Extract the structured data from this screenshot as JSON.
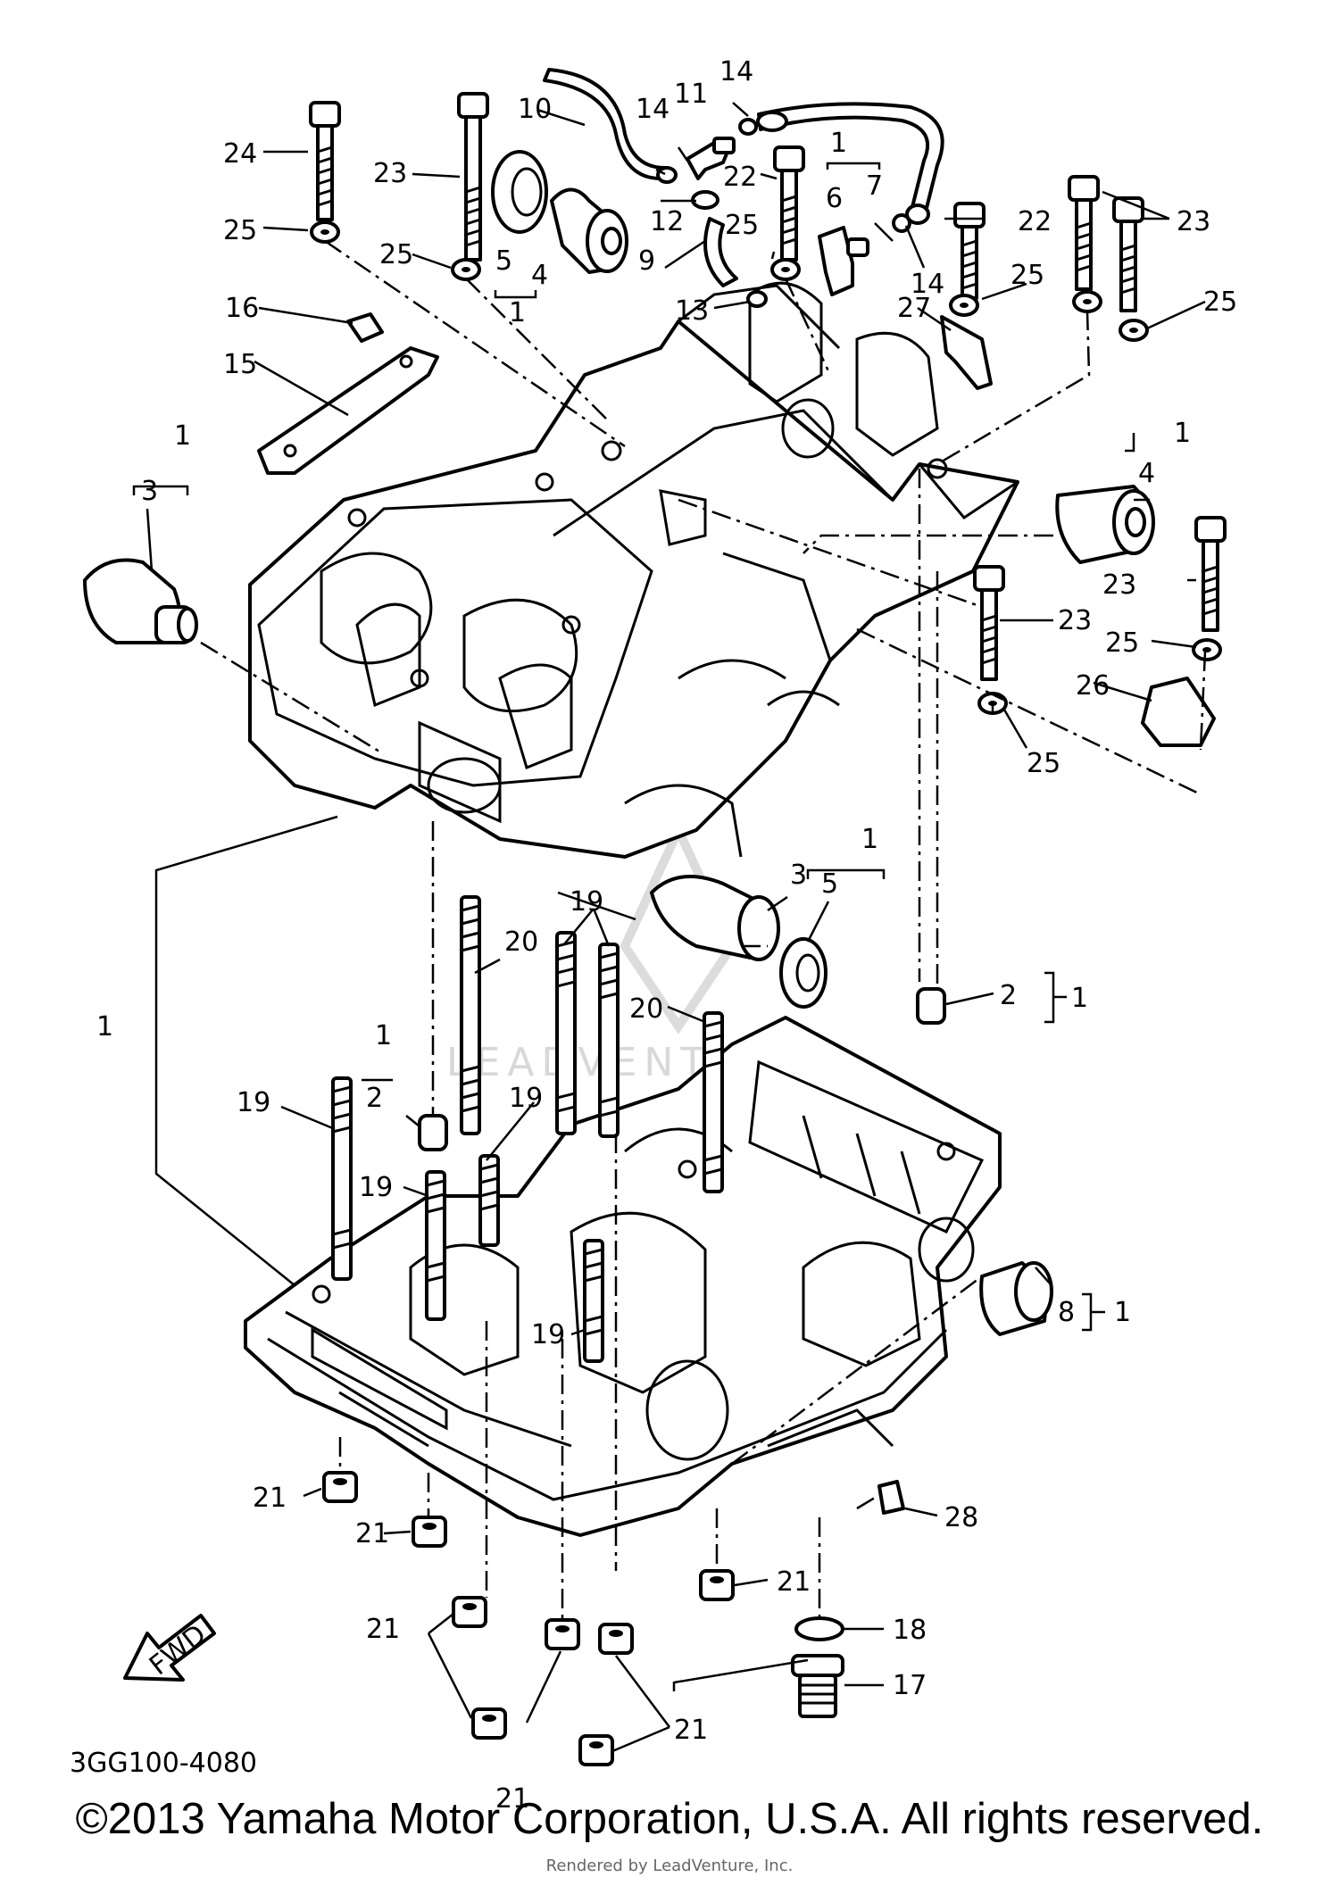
{
  "diagram": {
    "code": "3GG100-4080",
    "fwd_label": "FWD",
    "watermark": "LEADVENTURE",
    "labels": {
      "l1a": "1",
      "l1b": "1",
      "l1c": "1",
      "l1d": "1",
      "l1e": "1",
      "l1f": "1",
      "l1g": "1",
      "l1h": "1",
      "l1i": "1",
      "l2a": "2",
      "l2b": "2",
      "l3a": "3",
      "l3b": "3",
      "l4a": "4",
      "l4b": "4",
      "l5a": "5",
      "l5b": "5",
      "l6": "6",
      "l7": "7",
      "l8": "8",
      "l9": "9",
      "l10": "10",
      "l11": "11",
      "l12": "12",
      "l13": "13",
      "l14a": "14",
      "l14b": "14",
      "l14c": "14",
      "l15": "15",
      "l16": "16",
      "l17": "17",
      "l18": "18",
      "l19a": "19",
      "l19b": "19",
      "l19c": "19",
      "l19d": "19",
      "l19e": "19",
      "l20a": "20",
      "l20b": "20",
      "l21a": "21",
      "l21b": "21",
      "l21c": "21",
      "l21d": "21",
      "l21e": "21",
      "l21f": "21",
      "l22a": "22",
      "l22b": "22",
      "l23a": "23",
      "l23b": "23",
      "l23c": "23",
      "l23d": "23",
      "l24": "24",
      "l25a": "25",
      "l25b": "25",
      "l25c": "25",
      "l25d": "25",
      "l25e": "25",
      "l25f": "25",
      "l25g": "25",
      "l26": "26",
      "l27": "27",
      "l28": "28"
    }
  },
  "footer": {
    "copyright": "©2013 Yamaha Motor Corporation, U.S.A. All rights reserved.",
    "rendered_by": "Rendered by LeadVenture, Inc."
  }
}
